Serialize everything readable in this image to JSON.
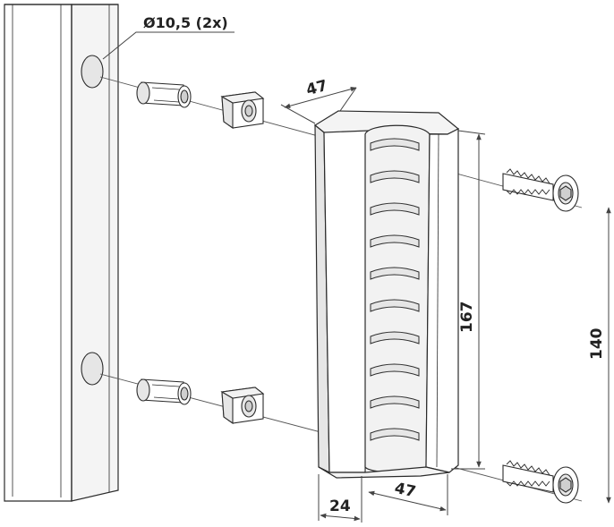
{
  "labels": {
    "hole_callout": "Ø10,5 (2x)",
    "top_width": "47",
    "height_total": "167",
    "hole_spacing": "140",
    "bottom_depth": "24",
    "bottom_width": "47"
  },
  "colors": {
    "line": "#2b2b2b",
    "dim_line": "#444444",
    "fill": "#ffffff",
    "shade": "#e6e6e6",
    "dark_shade": "#cfcfcf"
  }
}
